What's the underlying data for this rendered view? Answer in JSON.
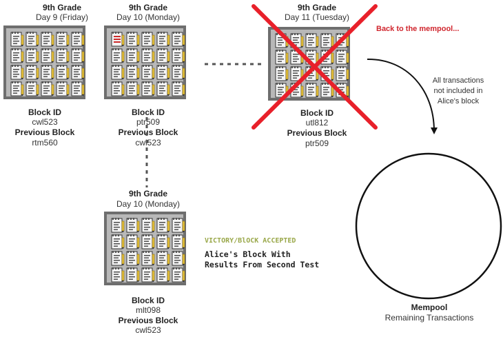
{
  "blocks": [
    {
      "grade": "9th Grade",
      "day": "Day 9 (Friday)",
      "block_id_label": "Block ID",
      "block_id": "cwl523",
      "previous_block_label": "Previous Block",
      "previous_block": "rtm560"
    },
    {
      "grade": "9th Grade",
      "day": "Day 10 (Monday)",
      "block_id_label": "Block ID",
      "block_id": "ptr509",
      "previous_block_label": "Previous Block",
      "previous_block": "cwl523"
    },
    {
      "grade": "9th Grade",
      "day": "Day 11 (Tuesday)",
      "block_id_label": "Block ID",
      "block_id": "utl812",
      "previous_block_label": "Previous Block",
      "previous_block": "ptr509"
    },
    {
      "grade": "9th Grade",
      "day": "Day 10 (Monday)",
      "block_id_label": "Block ID",
      "block_id": "mlt098",
      "previous_block_label": "Previous Block",
      "previous_block": "cwl523"
    }
  ],
  "rejected_note": "Back to the mempool...",
  "transactions_note": [
    "All transactions",
    "not included in",
    "Alice's block"
  ],
  "victory": {
    "status": "VICTORY/BlOCK ACCEPTED",
    "line1": "Alice's Block With",
    "line2": "Results From Second Test"
  },
  "mempool": {
    "title": "Mempool",
    "subtitle": "Remaining Transactions"
  },
  "colors": {
    "cross": "#e8202a",
    "rejected_note": "#d0262e",
    "victory": "#9aa84a",
    "frame": "#6e6e6e",
    "block_fill": "#b8b8b8",
    "marked_transaction": "#cc2a2a"
  },
  "icons": {
    "transaction": "notepad-document-icon",
    "rejected": "red-x-cross-icon",
    "flow": "curved-arrow-icon"
  }
}
